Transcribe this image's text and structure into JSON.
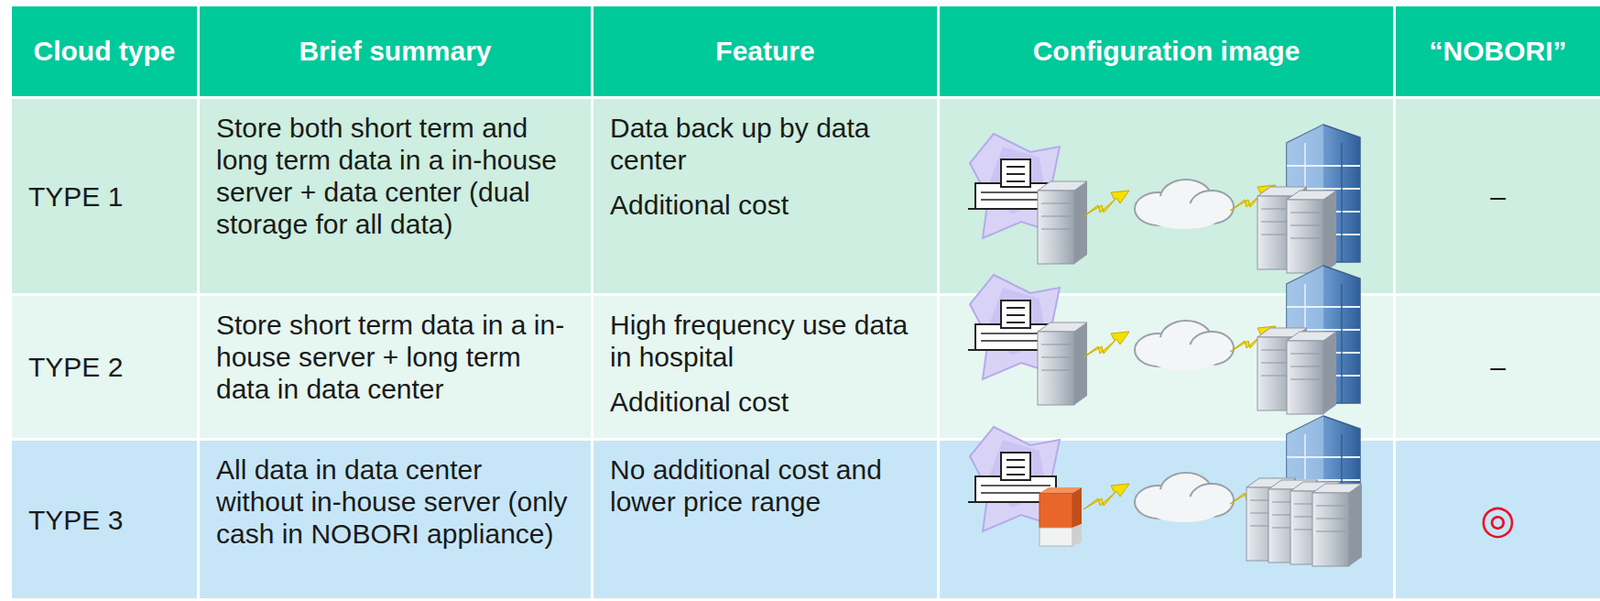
{
  "diagram": {
    "labels": [
      "Cloud type",
      "Brief summary",
      "Feature",
      "Configuration image",
      "“NOBORI”",
      "TYPE 1",
      "Store both short term and long term data in a in-house server + data center (dual storage for all data)",
      "Data back up by data center",
      "Additional cost",
      "–",
      "TYPE 2",
      "Store short term data in a in-house server + long term data in data center",
      "High frequency use data in hospital",
      "Additional cost",
      "–",
      "TYPE 3",
      "All data in data center without in-house server (only cash in NOBORI appliance)",
      "No additional cost and lower price range",
      "◎"
    ]
  }
}
